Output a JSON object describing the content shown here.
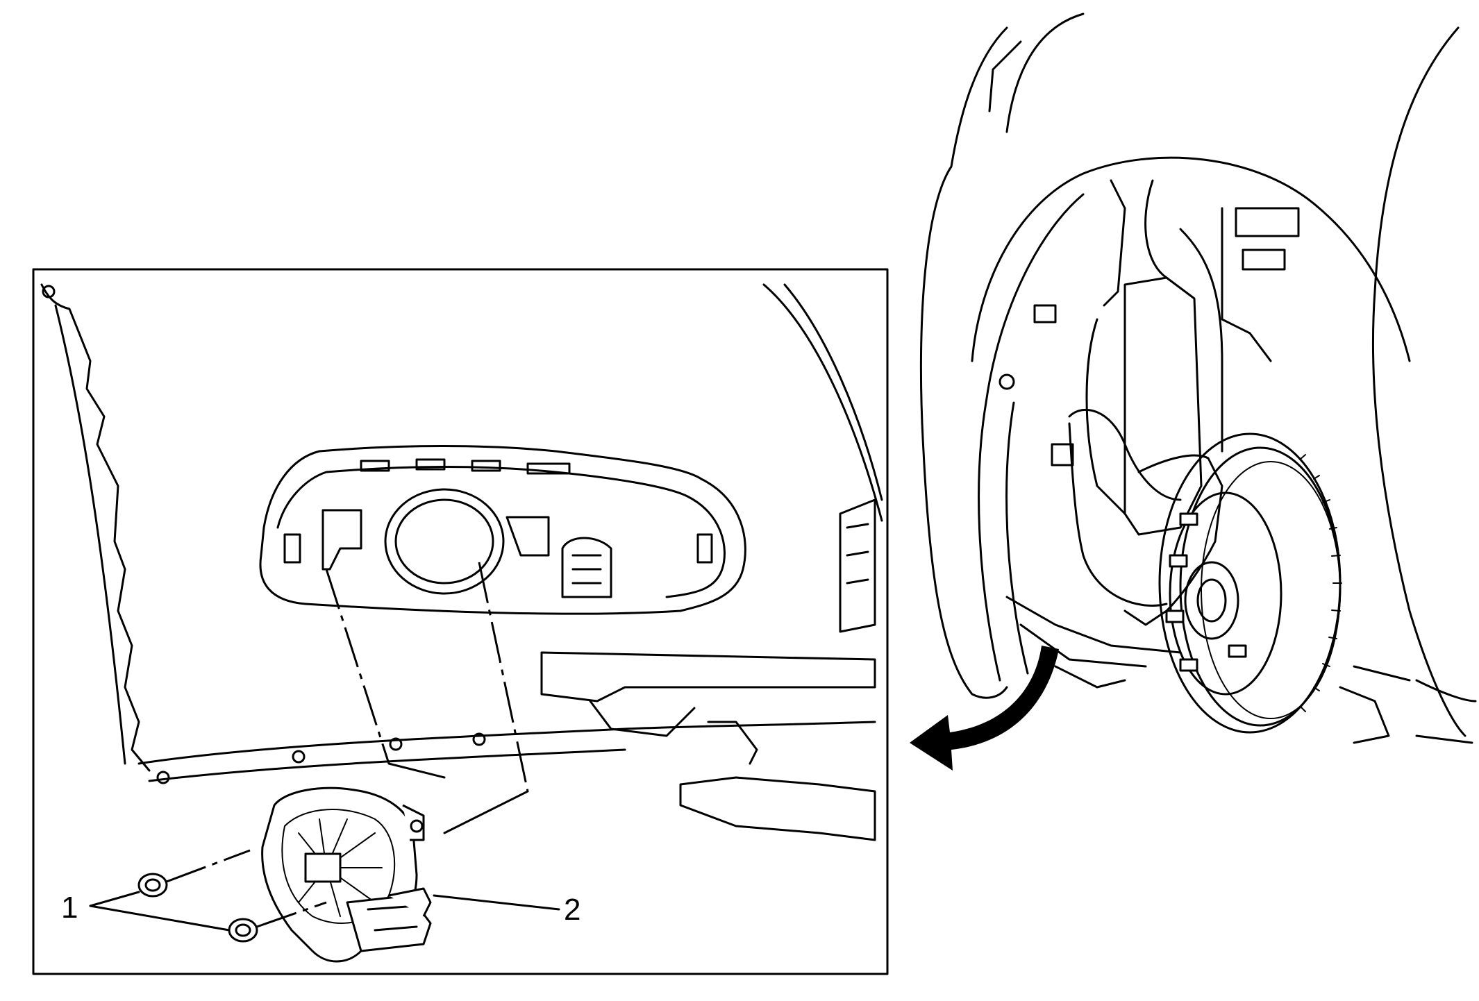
{
  "diagram": {
    "callouts": [
      {
        "id": "1",
        "label": "1"
      },
      {
        "id": "2",
        "label": "2"
      }
    ],
    "colors": {
      "line": "#000000",
      "background": "#ffffff"
    },
    "icons": [
      "bolt-icon",
      "curved-arrow-icon"
    ]
  }
}
